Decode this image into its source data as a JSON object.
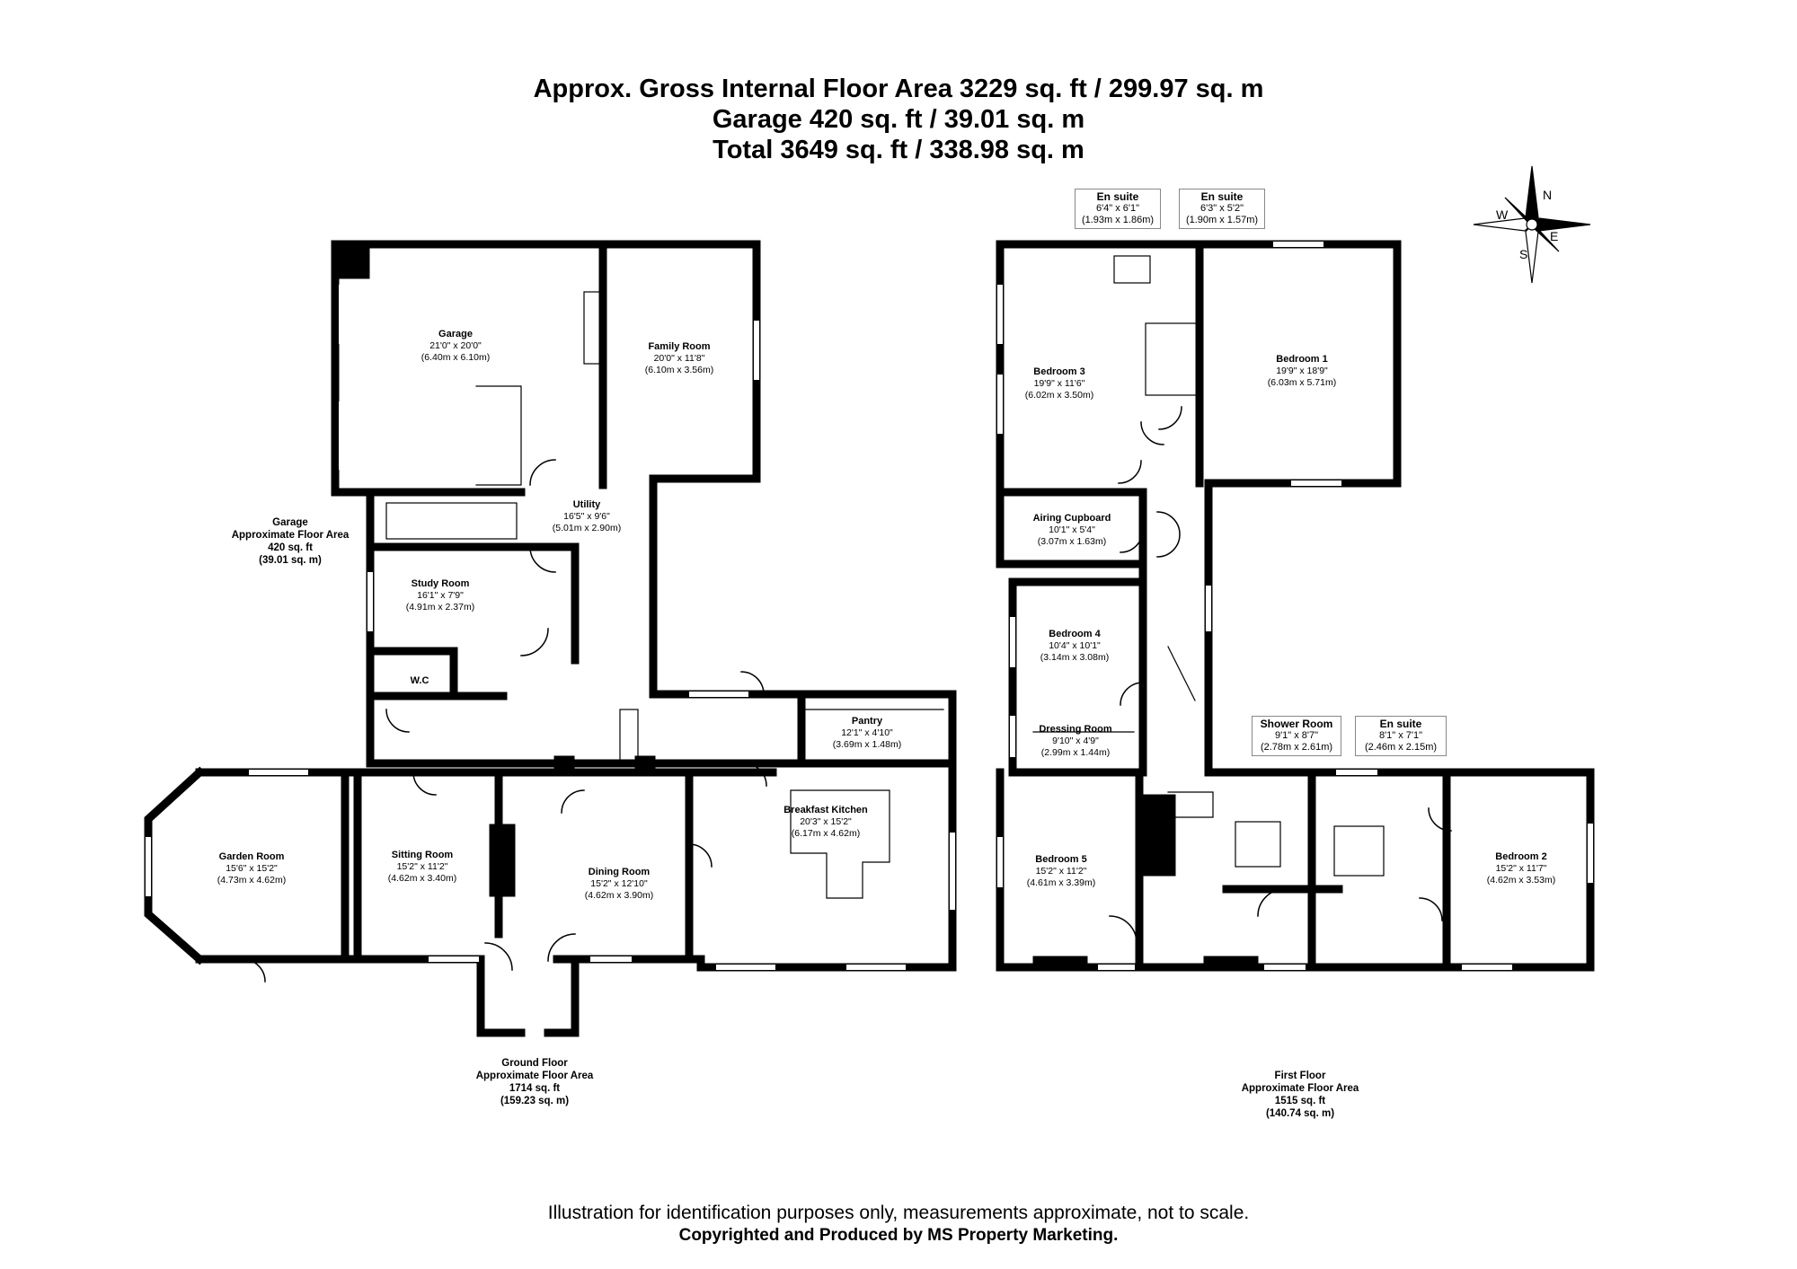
{
  "header": {
    "line1": "Approx. Gross Internal Floor Area 3229 sq. ft / 299.97 sq. m",
    "line2": "Garage 420 sq. ft / 39.01 sq. m",
    "line3": "Total 3649 sq. ft / 338.98 sq. m"
  },
  "compass": {
    "n": "N",
    "e": "E",
    "s": "S",
    "w": "W"
  },
  "ground_rooms": [
    {
      "name": "Garage",
      "dim_imp": "21'0\" x 20'0\"",
      "dim_met": "(6.40m x 6.10m)"
    },
    {
      "name": "Family Room",
      "dim_imp": "20'0\" x 11'8\"",
      "dim_met": "(6.10m x 3.56m)"
    },
    {
      "name": "Utility",
      "dim_imp": "16'5\" x 9'6\"",
      "dim_met": "(5.01m x 2.90m)"
    },
    {
      "name": "Study Room",
      "dim_imp": "16'1\" x 7'9\"",
      "dim_met": "(4.91m x 2.37m)"
    },
    {
      "name": "W.C",
      "dim_imp": "",
      "dim_met": ""
    },
    {
      "name": "Pantry",
      "dim_imp": "12'1\" x 4'10\"",
      "dim_met": "(3.69m x 1.48m)"
    },
    {
      "name": "Breakfast Kitchen",
      "dim_imp": "20'3\" x 15'2\"",
      "dim_met": "(6.17m x 4.62m)"
    },
    {
      "name": "Garden Room",
      "dim_imp": "15'6\" x 15'2\"",
      "dim_met": "(4.73m x 4.62m)"
    },
    {
      "name": "Sitting Room",
      "dim_imp": "15'2\" x 11'2\"",
      "dim_met": "(4.62m x 3.40m)"
    },
    {
      "name": "Dining Room",
      "dim_imp": "15'2\" x 12'10\"",
      "dim_met": "(4.62m x 3.90m)"
    }
  ],
  "first_rooms": [
    {
      "name": "Bedroom 3",
      "dim_imp": "19'9\" x 11'6\"",
      "dim_met": "(6.02m x 3.50m)"
    },
    {
      "name": "Bedroom 1",
      "dim_imp": "19'9\" x 18'9\"",
      "dim_met": "(6.03m x 5.71m)"
    },
    {
      "name": "Airing Cupboard",
      "dim_imp": "10'1\" x 5'4\"",
      "dim_met": "(3.07m x 1.63m)"
    },
    {
      "name": "Bedroom 4",
      "dim_imp": "10'4\" x 10'1\"",
      "dim_met": "(3.14m x 3.08m)"
    },
    {
      "name": "Dressing Room",
      "dim_imp": "9'10\" x 4'9\"",
      "dim_met": "(2.99m x 1.44m)"
    },
    {
      "name": "Bedroom 5",
      "dim_imp": "15'2\" x 11'2\"",
      "dim_met": "(4.61m x 3.39m)"
    },
    {
      "name": "Bedroom 2",
      "dim_imp": "15'2\" x 11'7\"",
      "dim_met": "(4.62m x 3.53m)"
    }
  ],
  "boxed_rooms": [
    {
      "name": "En suite",
      "dim_imp": "6'4\" x 6'1\"",
      "dim_met": "(1.93m x 1.86m)"
    },
    {
      "name": "En suite",
      "dim_imp": "6'3\" x 5'2\"",
      "dim_met": "(1.90m x 1.57m)"
    },
    {
      "name": "Shower Room",
      "dim_imp": "9'1\" x 8'7\"",
      "dim_met": "(2.78m x 2.61m)"
    },
    {
      "name": "En suite",
      "dim_imp": "8'1\" x 7'1\"",
      "dim_met": "(2.46m x 2.15m)"
    }
  ],
  "areas": {
    "garage": [
      "Garage",
      "Approximate Floor Area",
      "420 sq. ft",
      "(39.01 sq. m)"
    ],
    "ground": [
      "Ground Floor",
      "Approximate Floor Area",
      "1714 sq. ft",
      "(159.23 sq. m)"
    ],
    "first": [
      "First Floor",
      "Approximate Floor Area",
      "1515 sq. ft",
      "(140.74 sq. m)"
    ]
  },
  "footer": {
    "disclaimer": "Illustration for identification purposes only, measurements approximate, not to scale.",
    "credit": "Copyrighted  and Produced by MS Property Marketing."
  }
}
